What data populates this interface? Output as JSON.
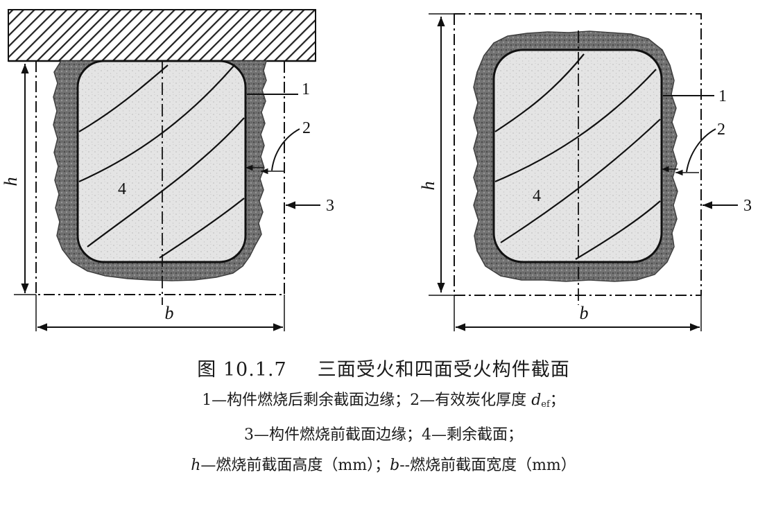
{
  "figure": {
    "labels": {
      "h": "h",
      "b": "b",
      "n1": "1",
      "n2": "2",
      "n3": "3",
      "n4": "4"
    },
    "colors": {
      "char_layer": "#6f6f6f",
      "residual": "#e4e4e4",
      "hatch": "#222222",
      "line": "#111111"
    }
  },
  "caption": {
    "number": "图 10.1.7",
    "title": "三面受火和四面受火构件截面",
    "line1_a": "1—构件燃烧后剩余截面边缘；2—有效炭化厚度",
    "line1_sym": "d",
    "line1_sub": "ef",
    "line1_end": "；",
    "line2": "3—构件燃烧前截面边缘；4—剩余截面；",
    "line3_h": "h",
    "line3_a": "—燃烧前截面高度（mm）；",
    "line3_b": "b",
    "line3_c": "--燃烧前截面宽度（mm）"
  }
}
